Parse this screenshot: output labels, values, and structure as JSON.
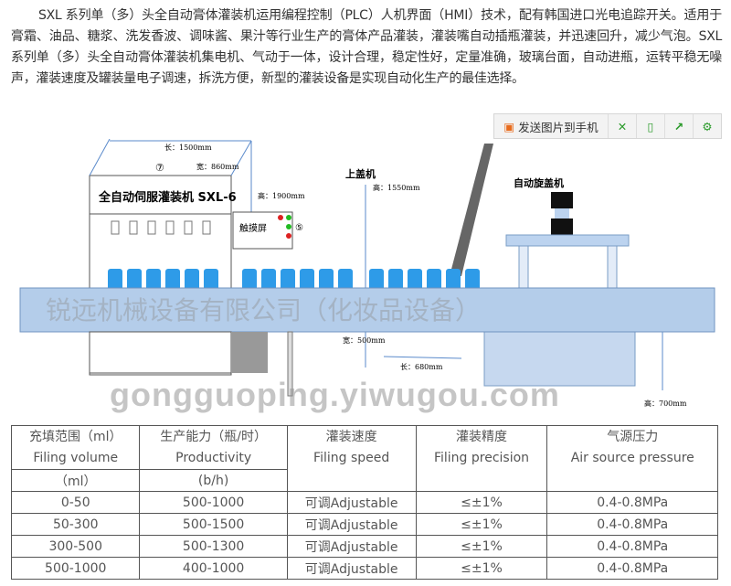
{
  "intro": "SXL 系列单（多）头全自动膏体灌装机运用编程控制（PLC）人机界面（HMI）技术，配有韩国进口光电追踪开关。适用于膏霜、油品、糖浆、洗发香波、调味酱、果汁等行业生产的膏体产品灌装，灌装嘴自动插瓶灌装，并迅速回升，减少气泡。SXL 系列单（多）头全自动膏体灌装机集电机、气动于一体，设计合理，稳定性好，定量准确，玻璃台面，自动进瓶，运转平稳无噪声，灌装速度及罐装量电子调速，拆洗方便，新型的灌装设备是实现自动化生产的最佳选择。",
  "toolbar": {
    "send_label": "发送图片到手机",
    "icons": [
      "send-to-phone-icon",
      "fullscreen-icon",
      "save-icon",
      "share-icon",
      "settings-icon"
    ]
  },
  "diagram": {
    "length1": "长：1500mm",
    "width1": "宽：860mm",
    "height1": "高：1900mm",
    "machine_title": "全自动伺服灌装机 SXL-6",
    "marker7": "⑦",
    "marker5": "⑤",
    "touch_screen": "触摸屏",
    "capper_label": "上盖机",
    "height2": "高：1550mm",
    "width2": "宽：500mm",
    "length2": "长：680mm",
    "screw_capper_label": "自动旋盖机",
    "height3": "高：700mm",
    "watermark": "锐远机械设备有限公司（化妆品设备）"
  },
  "table": {
    "headers": [
      {
        "zh": "充填范围（ml）",
        "en": "Filing volume",
        "unit": "（ml）"
      },
      {
        "zh": "生产能力（瓶/时）",
        "en": "Productivity",
        "unit": "(b/h)"
      },
      {
        "zh": "灌装速度",
        "en": "Filing speed"
      },
      {
        "zh": "灌装精度",
        "en": "Filing precision"
      },
      {
        "zh": "气源压力",
        "en": "Air source pressure"
      }
    ],
    "rows": [
      [
        "0-50",
        "500-1000",
        "可调Adjustable",
        "≤±1%",
        "0.4-0.8MPa"
      ],
      [
        "50-300",
        "500-1500",
        "可调Adjustable",
        "≤±1%",
        "0.4-0.8MPa"
      ],
      [
        "300-500",
        "500-1300",
        "可调Adjustable",
        "≤±1%",
        "0.4-0.8MPa"
      ],
      [
        "500-1000",
        "400-1000",
        "可调Adjustable",
        "≤±1%",
        "0.4-0.8MPa"
      ]
    ]
  },
  "watermark": "gongguoping.yiwugou.com"
}
